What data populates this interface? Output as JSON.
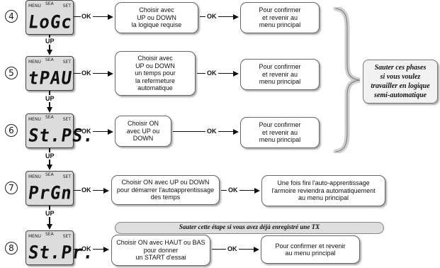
{
  "colors": {
    "lcd_bg": "#dcdcdc",
    "note_bg": "#f2f2f2",
    "banner_bg": "#dedede",
    "line": "#111111"
  },
  "lcd_labels": {
    "menu": "MENU",
    "sea": "SEA",
    "set": "SET"
  },
  "ok_label": "OK",
  "up_label": "UP",
  "steps": [
    {
      "number": "4",
      "code": "LoGc",
      "choice": "Choisir avec\nUP ou DOWN\nla logique requise",
      "result": "Pour confirmer\net revenir au\nmenu principal"
    },
    {
      "number": "5",
      "code": "tPAU",
      "choice": "Choisir avec\nUP ou DOWN\nun temps pour\nla refermeture\nautomatique",
      "result": "Pour confirmer\net revenir au\nmenu principal"
    },
    {
      "number": "6",
      "code": "St.PS.",
      "choice": "Choisir ON\navec UP ou\nDOWN",
      "result": "Pour confirmer\net revenir au\nmenu principal"
    },
    {
      "number": "7",
      "code": "PrGn",
      "choice": "Choisir ON avec UP ou DOWN\npour démarrer l'autoapprentissage\ndes temps",
      "result": "Une fois fini l'auto-apprentissage\nl'armoire reviendra automatiquement\nau menu principal"
    },
    {
      "number": "8",
      "code": "St.Pr.",
      "choice": "Choisir ON avec HAUT ou BAS\npour donner\nun START d'essai",
      "result": "Pour confirmer et revenir\nau menu principal"
    }
  ],
  "side_note": "Sauter ces phases\nsi vous voulez\ntravailler en logique\nsemi-automatique",
  "banner": "Sauter cette étape si vous avez déjà enregistré une TX"
}
